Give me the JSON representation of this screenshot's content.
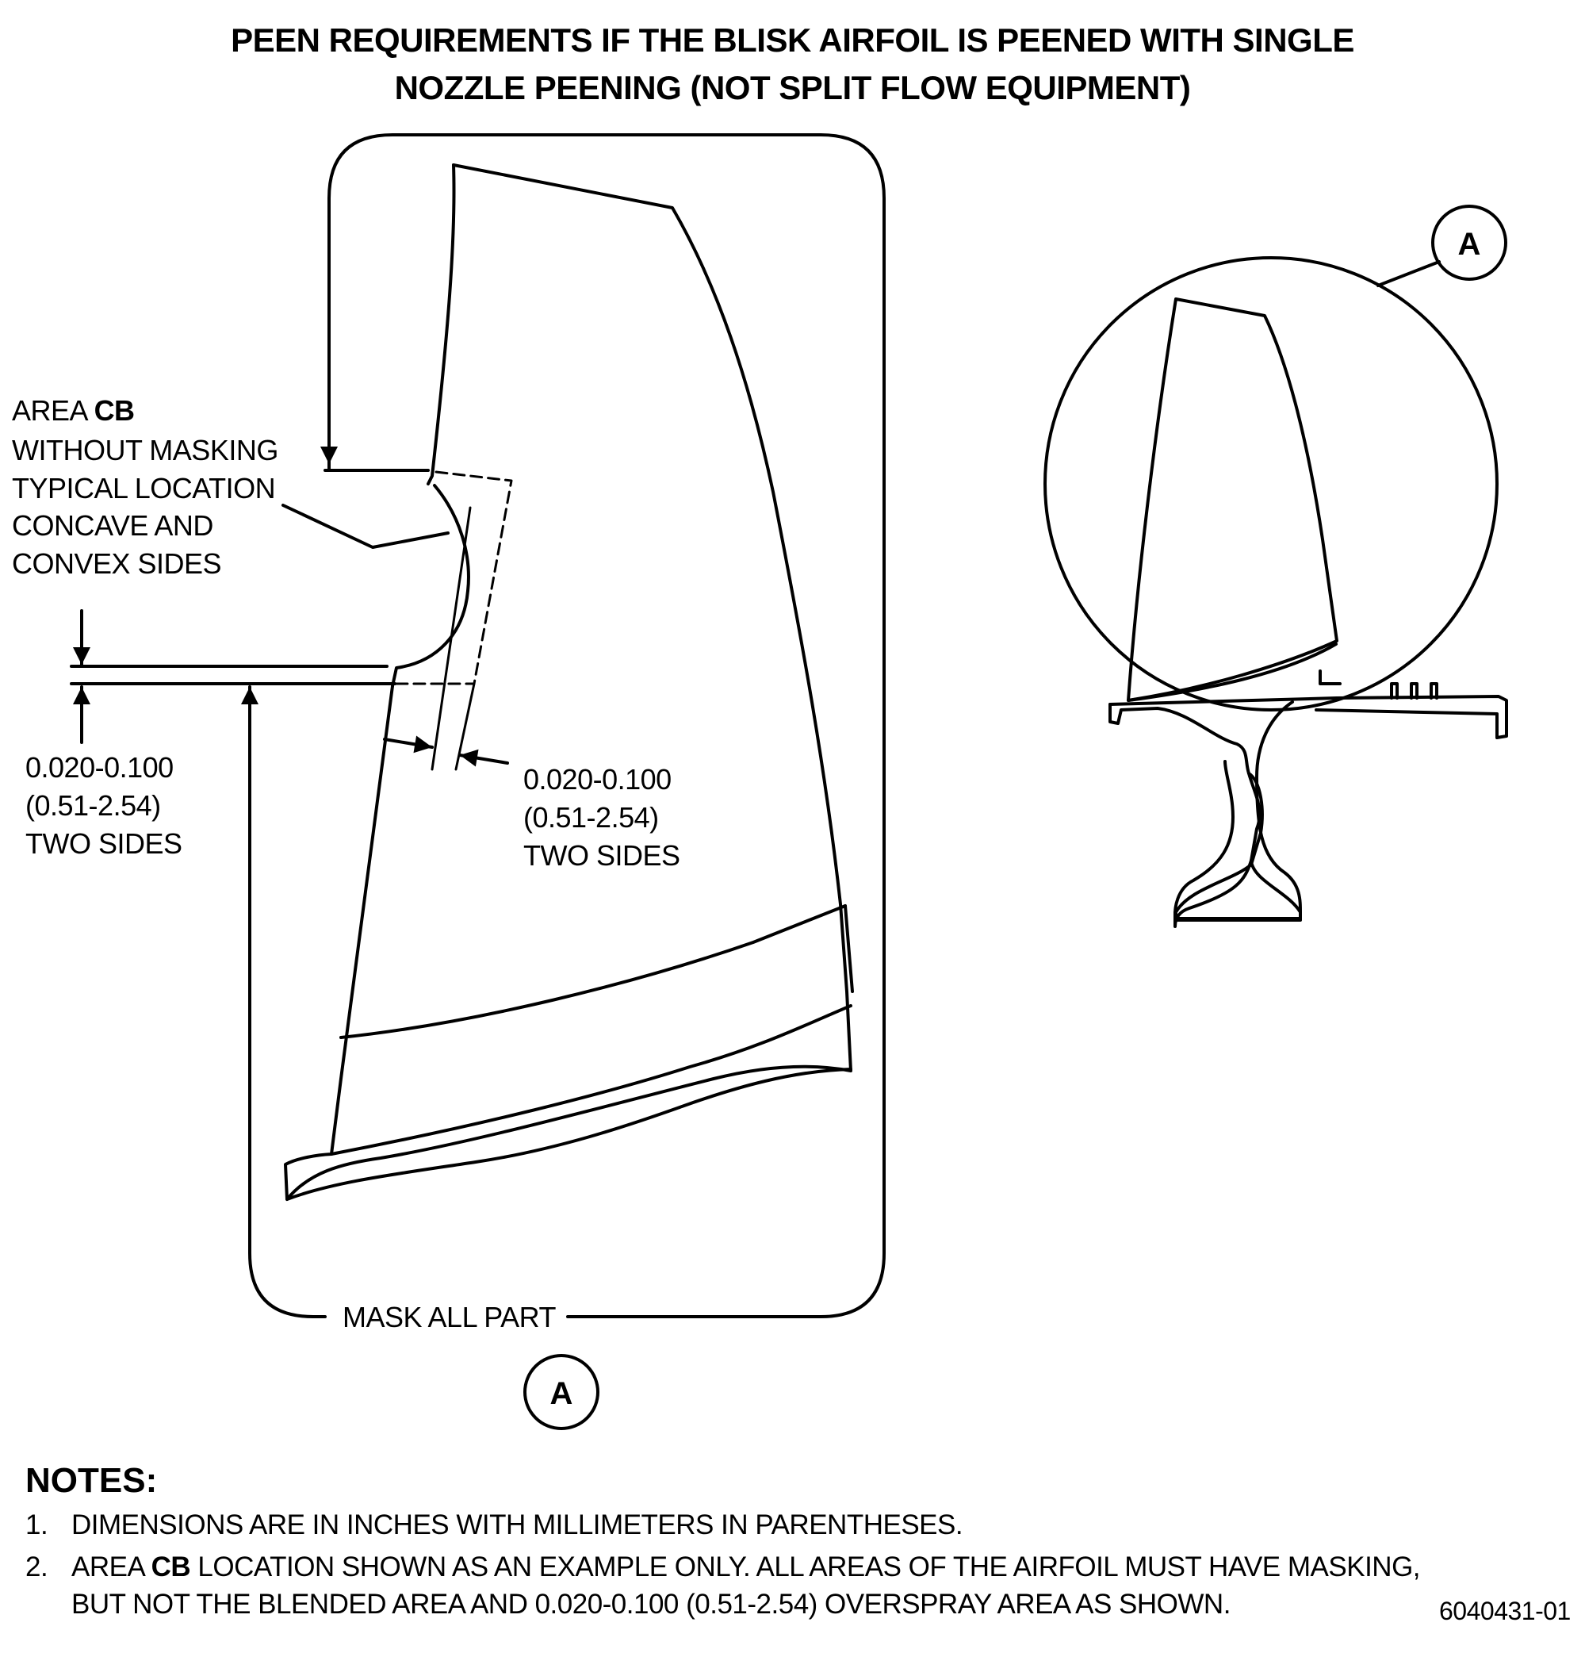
{
  "title": {
    "line1": "PEEN REQUIREMENTS IF THE BLISK AIRFOIL IS PEENED WITH SINGLE",
    "line2": "NOZZLE PEENING (NOT SPLIT FLOW EQUIPMENT)"
  },
  "area_label": {
    "prefix": "AREA ",
    "code": "CB",
    "line2": "WITHOUT MASKING",
    "line3": "TYPICAL LOCATION",
    "line4": "CONCAVE AND",
    "line5": "CONVEX SIDES"
  },
  "dim_left": {
    "inches": "0.020-0.100",
    "mm": "(0.51-2.54)",
    "note": "TWO SIDES"
  },
  "dim_right": {
    "inches": "0.020-0.100",
    "mm": "(0.51-2.54)",
    "note": "TWO SIDES"
  },
  "mask_label": "MASK ALL PART",
  "detail_ref": "A",
  "detail_callout": "A",
  "notes": {
    "heading": "NOTES:",
    "items": [
      {
        "num": "1.",
        "text": "DIMENSIONS ARE IN INCHES WITH MILLIMETERS IN PARENTHESES."
      },
      {
        "num": "2.",
        "pre": "AREA ",
        "code": "CB",
        "post": " LOCATION SHOWN AS AN EXAMPLE ONLY. ALL AREAS OF THE AIRFOIL MUST HAVE MASKING,",
        "line2": "BUT NOT THE BLENDED AREA AND 0.020-0.100 (0.51-2.54) OVERSPRAY AREA AS SHOWN."
      }
    ]
  },
  "figure_id": "6040431-01"
}
